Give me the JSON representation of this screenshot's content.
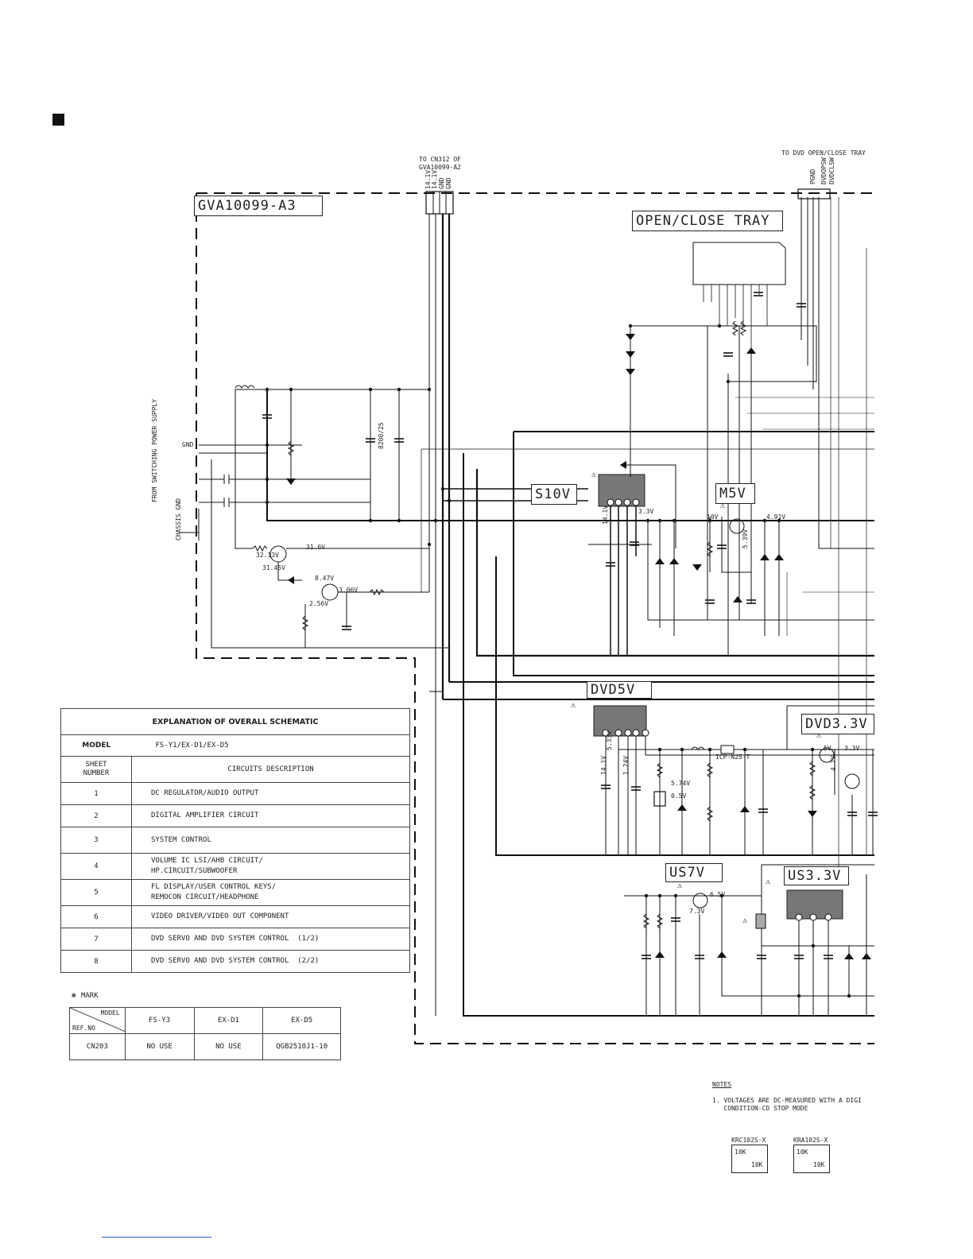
{
  "board": {
    "name": "GVA10099-A3",
    "to_cn312": "TO CN312 OF\nGVA10099-A2",
    "to_tray": "TO DVD OPEN/CLOSE TRAY",
    "from_supply": "FROM SWITCHING POWER SUPPLY",
    "cn312_pins": [
      "14.1V",
      "14.1V",
      "GND",
      "GND"
    ],
    "tray_pins": [
      "PGND",
      "DVDOPSW",
      "DVDCLSW"
    ]
  },
  "blocks": {
    "open_close_tray": "OPEN/CLOSE TRAY",
    "s10v": "S10V",
    "m5v": "M5V",
    "dvd5v": "DVD5V",
    "dvd33v": "DVD3.3V",
    "us7v": "US7V",
    "us33v": "US3.3V"
  },
  "voltage_labels": {
    "v1": "31.6V",
    "v2": "32.13V",
    "v3": "31.45V",
    "v4": "8.47V",
    "v5": "3.06V",
    "v6": "2.56V",
    "v7": "10V",
    "v8": "14.1V",
    "v9": "3.3V",
    "v10": "4.91V",
    "v11": "5.39V",
    "v12": "5.33V",
    "v13": "1.24V",
    "v14": "5.74V",
    "v15": "0.5V",
    "v16": "7.3V",
    "v17": "6.5V",
    "v18": "5V",
    "v19": "4.7V",
    "v20": "ICP-N25-T",
    "v21": "8200/25",
    "v22": "GND",
    "v23": "CHASSIS GND"
  },
  "explanation": {
    "title": "EXPLANATION OF OVERALL SCHEMATIC",
    "model_label": "MODEL",
    "model_value": "FS-Y1/EX-D1/EX-D5",
    "col_sheet": "SHEET\nNUMBER",
    "col_desc": "CIRCUITS DESCRIPTION",
    "rows": [
      {
        "num": "1",
        "desc": "DC REGULATOR/AUDIO OUTPUT"
      },
      {
        "num": "2",
        "desc": "DIGITAL AMPLIFIER CIRCUIT"
      },
      {
        "num": "3",
        "desc": "SYSTEM CONTROL"
      },
      {
        "num": "4",
        "desc": "VOLUME IC LSI/AHB CIRCUIT/\nHP.CIRCUIT/SUBWOOFER"
      },
      {
        "num": "5",
        "desc": "FL DISPLAY/USER CONTROL KEYS/\nREMOCON CIRCUIT/HEADPHONE"
      },
      {
        "num": "6",
        "desc": "VIDEO DRIVER/VIDEO OUT COMPONENT"
      },
      {
        "num": "7",
        "desc": "DVD SERVO AND DVD SYSTEM CONTROL  (1/2)"
      },
      {
        "num": "8",
        "desc": "DVD SERVO AND DVD SYSTEM CONTROL  (2/2)"
      }
    ]
  },
  "mark_table": {
    "title": "⋇ MARK",
    "corner_model": "MODEL",
    "corner_ref": "REF.NO",
    "models": [
      "FS-Y3",
      "EX-D1",
      "EX-D5"
    ],
    "ref": "CN203",
    "values": [
      "NO USE",
      "NO USE",
      "QGB2510J1-10"
    ]
  },
  "notes": {
    "heading": "NOTES",
    "text": "1. VOLTAGES ARE DC-MEASURED WITH A DIGI\n   CONDITION-CD STOP MODE"
  },
  "parts": {
    "krc": "KRC102S-X",
    "kra": "KRA102S-X",
    "r10k": "10K"
  }
}
